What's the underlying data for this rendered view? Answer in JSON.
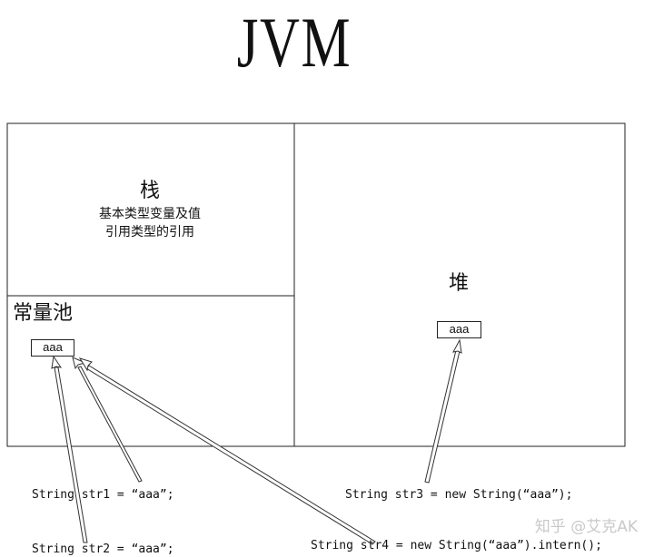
{
  "title": "JVM",
  "stack": {
    "label": "栈",
    "line1": "基本类型变量及值",
    "line2": "引用类型的引用"
  },
  "constant_pool": {
    "label": "常量池",
    "value": "aaa"
  },
  "heap": {
    "label": "堆",
    "value": "aaa"
  },
  "code": {
    "str1": "String str1 = “aaa”;",
    "str2": "String str2 = “aaa”;",
    "str3": "String str3 = new String(“aaa”);",
    "str4": "String str4 = new String(“aaa”).intern();"
  },
  "watermark": "知乎 @艾克AK"
}
